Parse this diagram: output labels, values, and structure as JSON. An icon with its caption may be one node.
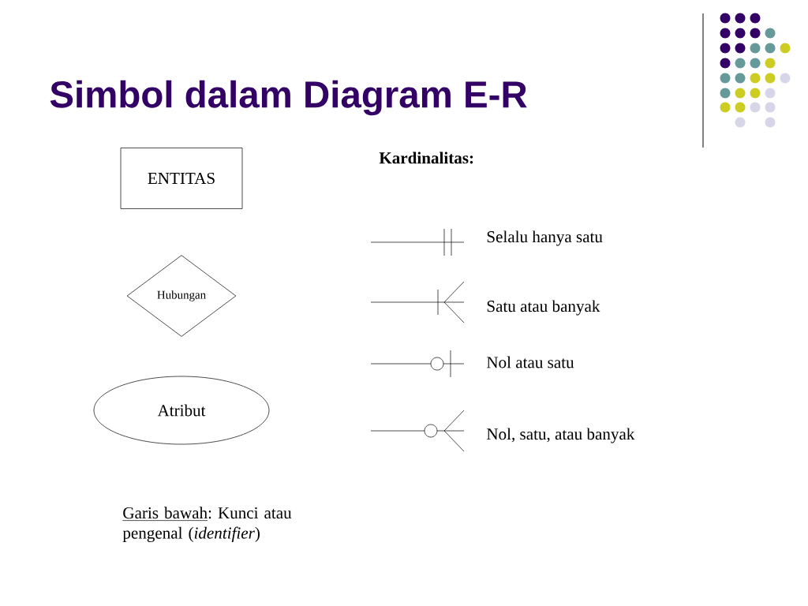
{
  "diagram": {
    "title": "Simbol dalam Diagram E-R",
    "nodes": [
      {
        "text": [
          "ENTITAS"
        ]
      },
      {
        "text": [
          "Hubungan"
        ]
      },
      {
        "text": [
          "Atribut"
        ]
      }
    ],
    "labels": [
      "Kardinalitas:",
      "Selalu hanya satu",
      "Satu atau banyak",
      "Nol atau satu",
      "Nol, satu, atau banyak",
      "Garis bawah",
      ": Kunci atau pengenal (*identifier*)"
    ]
  }
}
